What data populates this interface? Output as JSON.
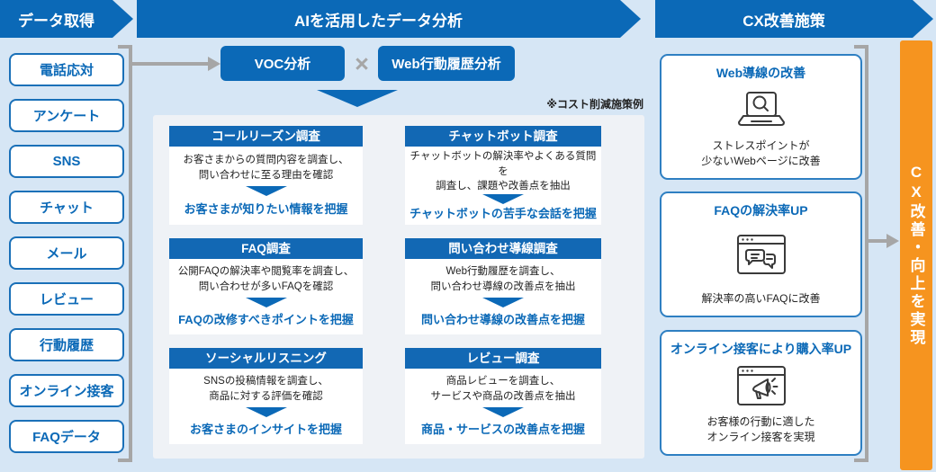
{
  "colors": {
    "primary_blue": "#0b69b7",
    "light_blue_bg": "#d6e6f5",
    "panel_bg": "#eff2f6",
    "accent_orange": "#f6941f",
    "connector_gray": "#a6a6a6"
  },
  "left": {
    "header": "データ取得",
    "items": [
      "電話応対",
      "アンケート",
      "SNS",
      "チャット",
      "メール",
      "レビュー",
      "行動履歴",
      "オンライン接客",
      "FAQデータ"
    ]
  },
  "middle": {
    "header": "AIを活用したデータ分析",
    "voc_label": "VOC分析",
    "cross": "×",
    "web_label": "Web行動履歴分析",
    "note": "※コスト削減施策例",
    "cards": [
      {
        "title": "コールリーズン調査",
        "desc": "お客さまからの質問内容を調査し、\n問い合わせに至る理由を確認",
        "result": "お客さまが知りたい情報を把握"
      },
      {
        "title": "チャットボット調査",
        "desc": "チャットボットの解決率やよくある質問を\n調査し、課題や改善点を抽出",
        "result": "チャットボットの苦手な会話を把握"
      },
      {
        "title": "FAQ調査",
        "desc": "公開FAQの解決率や閲覧率を調査し、\n問い合わせが多いFAQを確認",
        "result": "FAQの改修すべきポイントを把握"
      },
      {
        "title": "問い合わせ導線調査",
        "desc": "Web行動履歴を調査し、\n問い合わせ導線の改善点を抽出",
        "result": "問い合わせ導線の改善点を把握"
      },
      {
        "title": "ソーシャルリスニング",
        "desc": "SNSの投稿情報を調査し、\n商品に対する評価を確認",
        "result": "お客さまのインサイトを把握"
      },
      {
        "title": "レビュー調査",
        "desc": "商品レビューを調査し、\nサービスや商品の改善点を抽出",
        "result": "商品・サービスの改善点を把握"
      }
    ]
  },
  "right": {
    "header": "CX改善施策",
    "cards": [
      {
        "title": "Web導線の改善",
        "icon": "laptop-search-icon",
        "caption": "ストレスポイントが\n少ないWebページに改善"
      },
      {
        "title": "FAQの解決率UP",
        "icon": "browser-faq-chat-icon",
        "caption": "解決率の高いFAQに改善"
      },
      {
        "title": "オンライン接客により購入率UP",
        "icon": "browser-megaphone-icon",
        "caption": "お客様の行動に適した\nオンライン接客を実現"
      }
    ]
  },
  "goal": {
    "label": "CX改善・向上を実現"
  }
}
